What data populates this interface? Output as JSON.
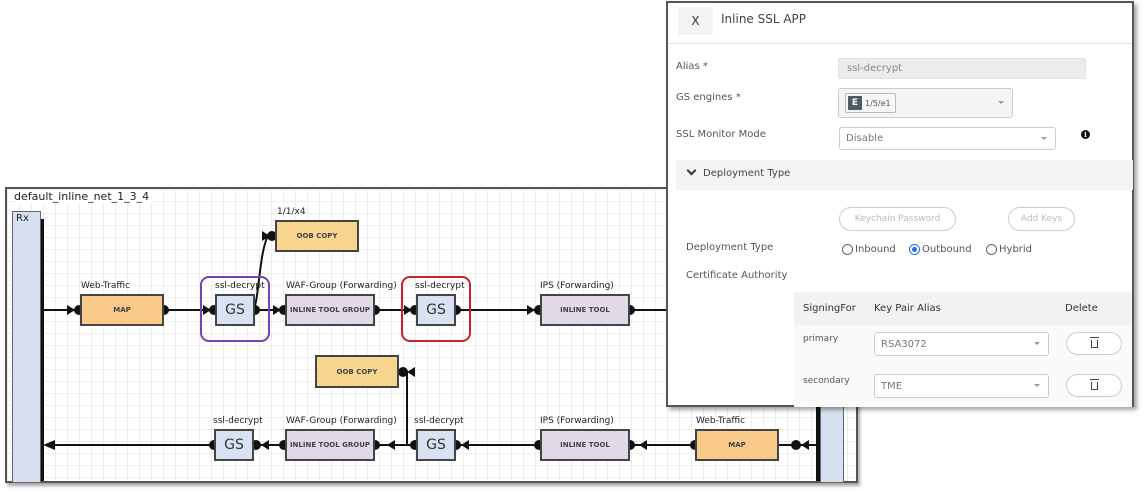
{
  "diagram": {
    "network_name": "default_inline_net_1_3_4",
    "rx_label": "Rx",
    "top_row": [
      {
        "id": "map1",
        "label": "Web-Traffic",
        "body": "MAP",
        "kind": "map"
      },
      {
        "id": "gs1",
        "label": "ssl-decrypt",
        "body": "GS",
        "kind": "gs",
        "highlight": "#7a3fb0"
      },
      {
        "id": "tg1",
        "label": "WAF-Group (Forwarding)",
        "body": "INLINE TOOL GROUP",
        "kind": "tool"
      },
      {
        "id": "gs2",
        "label": "ssl-decrypt",
        "body": "GS",
        "kind": "gs",
        "highlight": "#c8222a"
      },
      {
        "id": "it1",
        "label": "IPS (Forwarding)",
        "body": "INLINE TOOL",
        "kind": "tool"
      }
    ],
    "oob_top": {
      "label": "1/1/x4",
      "body": "OOB COPY"
    },
    "oob_bottom": {
      "label": "",
      "body": "OOB COPY"
    },
    "bottom_row": [
      {
        "id": "gs3",
        "label": "ssl-decrypt",
        "body": "GS",
        "kind": "gs"
      },
      {
        "id": "tg2",
        "label": "WAF-Group (Forwarding)",
        "body": "INLINE TOOL GROUP",
        "kind": "tool"
      },
      {
        "id": "gs4",
        "label": "ssl-decrypt",
        "body": "GS",
        "kind": "gs"
      },
      {
        "id": "it2",
        "label": "IPS (Forwarding)",
        "body": "INLINE TOOL",
        "kind": "tool"
      },
      {
        "id": "map2",
        "label": "Web-Traffic",
        "body": "MAP",
        "kind": "map"
      }
    ],
    "colors": {
      "map": "#f9c98a",
      "oob": "#f8d58e",
      "tool": "#e1d9e8",
      "gs": "#d8e2f2",
      "port": "#d6e0f0"
    }
  },
  "modal": {
    "close_label": "X",
    "title": "Inline SSL APP",
    "alias_label": "Alias *",
    "alias_value": "ssl-decrypt",
    "engines_label": "GS engines *",
    "engine_chip_type": "E",
    "engine_chip_value": "1/5/e1",
    "monitor_label": "SSL Monitor Mode",
    "monitor_value": "Disable",
    "section_title": "Deployment Type",
    "keychain_button": "Keychain Password",
    "add_keys_button": "Add Keys",
    "deployment_label": "Deployment Type",
    "deployment_options": [
      {
        "label": "Inbound",
        "selected": false
      },
      {
        "label": "Outbound",
        "selected": true
      },
      {
        "label": "Hybrid",
        "selected": false
      }
    ],
    "ca_label": "Certificate Authority",
    "table": {
      "headers": [
        "SigningFor",
        "Key Pair Alias",
        "Delete"
      ],
      "rows": [
        {
          "signing_for": "primary",
          "key_pair_alias": "RSA3072"
        },
        {
          "signing_for": "secondary",
          "key_pair_alias": "TME"
        }
      ]
    },
    "accent_color": "#2a6de8"
  }
}
